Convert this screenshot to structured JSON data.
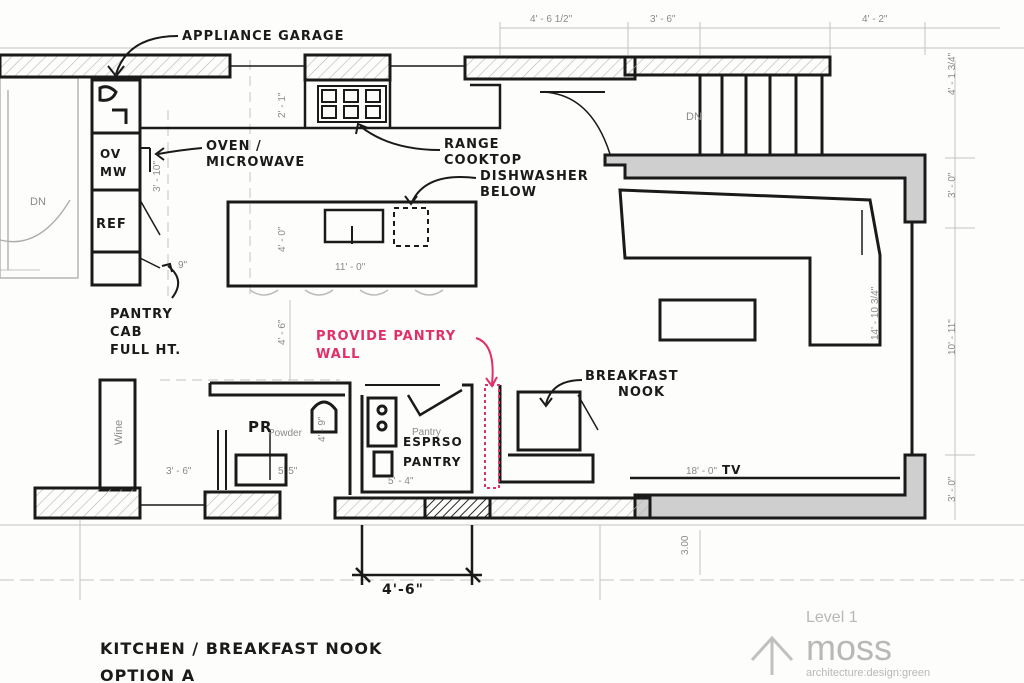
{
  "colors": {
    "ink": "#1a1a1a",
    "cad": "#9a9a9a",
    "accent": "#e0306a",
    "brand": "#b8b8b8"
  },
  "annotations": {
    "appliance_garage": "APPLIANCE GARAGE",
    "oven_line1": "OVEN /",
    "oven_line2": "MICROWAVE",
    "range_line1": "RANGE",
    "range_line2": "COOKTOP",
    "dishwasher_line1": "DISHWASHER",
    "dishwasher_line2": "BELOW",
    "pantry_line1": "PANTRY",
    "pantry_line2": "CAB",
    "pantry_line3": "FULL HT.",
    "provide_line1": "PROVIDE PANTRY",
    "provide_line2": "WALL",
    "breakfast_line1": "BREAKFAST",
    "breakfast_line2": "NOOK",
    "ov_label": "OV",
    "mw_label": "MW",
    "ref_label": "REF",
    "pr_label": "PR",
    "espresso_line1": "ESPRSO",
    "espresso_line2": "PANTRY",
    "tv_label": "TV",
    "width_dim": "4'-6\""
  },
  "plan_labels": {
    "dim_top_1": "4' - 6 1/2\"",
    "dim_top_2": "3' - 6\"",
    "dim_top_3": "4' - 2\"",
    "dim_right_1": "4' - 1 3/4\"",
    "dim_right_2": "3' - 0\"",
    "dim_right_3": "10' - 11\"",
    "dim_right_4": "3' - 0\"",
    "dim_left_1": "2' - 1\"",
    "dim_left_2": "3' - 10\"",
    "dim_island_w": "11' - 0\"",
    "dim_island_d": "4' - 0\"",
    "dim_room_d": "14' - 10 3/4\"",
    "dim_tv_w": "18' - 0\"",
    "dim_wall_h": "4' - 6\"",
    "dim_pr_w": "3' - 6\"",
    "dim_pr_d": "4' - 9\"",
    "dim_vanity": "5' 5\"",
    "dim_pantry": "5' - 4\"",
    "dim_vert": "3.00",
    "dim_9": "9\"",
    "dn_left": "DN",
    "dn_stair": "DN",
    "wine": "Wine",
    "powder": "Powder",
    "pantry_cad": "Pantry"
  },
  "title_block": {
    "line1": "KITCHEN / BREAKFAST NOOK",
    "line2": "OPTION A",
    "level": "Level 1",
    "brand": "moss",
    "tagline": "architecture:design:green"
  }
}
